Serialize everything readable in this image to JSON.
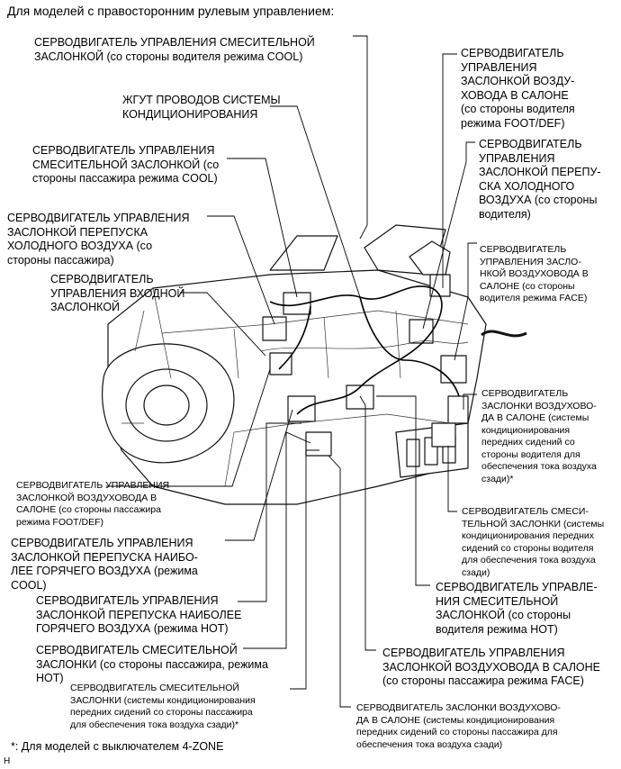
{
  "header": "Для моделей с правосторонним рулевым управлением:",
  "footnote": "*: Для моделей с выключателем 4-ZONE",
  "figure_code": "H",
  "labels": {
    "mix_driver_cool": [
      "СЕРВОДВИГАТЕЛЬ УПРАВЛЕНИЯ СМЕСИТЕЛЬНОЙ",
      "ЗАСЛОНКОЙ (со стороны водителя режима COOL)"
    ],
    "harness": [
      "ЖГУТ ПРОВОДОВ СИСТЕМЫ",
      "КОНДИЦИОНИРОВАНИЯ"
    ],
    "mix_pass_cool": [
      "СЕРВОДВИГАТЕЛЬ УПРАВЛЕНИЯ",
      "СМЕСИТЕЛЬНОЙ ЗАСЛОНКОЙ (со",
      "стороны пассажира режима COOL)"
    ],
    "cold_bypass_pass": [
      "СЕРВОДВИГАТЕЛЬ УПРАВЛЕНИЯ",
      "ЗАСЛОНКОЙ ПЕРЕПУСКА",
      "ХОЛОДНОГО ВОЗДУХА (со",
      "стороны пассажира)"
    ],
    "inlet": [
      "СЕРВОДВИГАТЕЛЬ",
      "УПРАВЛЕНИЯ ВХОДНОЙ",
      "ЗАСЛОНКОЙ"
    ],
    "duct_driver_footdef": [
      "СЕРВОДВИГАТЕЛЬ",
      "УПРАВЛЕНИЯ",
      "ЗАСЛОНКОЙ ВОЗДУ-",
      "ХОВОДА В САЛОНЕ",
      "(со стороны водителя",
      "режима FOOT/DEF)"
    ],
    "cold_bypass_driver": [
      "СЕРВОДВИГАТЕЛЬ",
      "УПРАВЛЕНИЯ",
      "ЗАСЛОНКОЙ ПЕРЕПУ-",
      "СКА ХОЛОДНОГО",
      "ВОЗДУХА (со стороны",
      "водителя)"
    ],
    "duct_driver_face": [
      "СЕРВОДВИГАТЕЛЬ",
      "УПРАВЛЕНИЯ ЗАСЛО-",
      "НКОЙ ВОЗДУХОВОДА В",
      "САЛОНЕ (со стороны",
      "водителя режима FACE)"
    ],
    "duct_front_driver": [
      "СЕРВОДВИГАТЕЛЬ",
      "ЗАСЛОНКИ ВОЗДУХОВО-",
      "ДА В САЛОНЕ (системы",
      "кондиционирования",
      "передних сидений со",
      "стороны водителя для",
      "обеспечения тока воздуха",
      "сзади)*"
    ],
    "duct_pass_footdef": [
      "СЕРВОДВИГАТЕЛЬ УПРАВЛЕНИЯ",
      "ЗАСЛОНКОЙ ВОЗДУХОВОДА В",
      "САЛОНЕ (со стороны пассажира",
      "режима FOOT/DEF)"
    ],
    "mix_front_driver": [
      "СЕРВОДВИГАТЕЛЬ СМЕСИ-",
      "ТЕЛЬНОЙ ЗАСЛОНКИ (системы",
      "кондиционирования передних",
      "сидений со стороны водителя",
      "для обеспечения тока воздуха",
      "сзади)"
    ],
    "hot_bypass_cool": [
      "СЕРВОДВИГАТЕЛЬ УПРАВЛЕНИЯ",
      "ЗАСЛОНКОЙ ПЕРЕПУСКА НАИБО-",
      "ЛЕЕ ГОРЯЧЕГО ВОЗДУХА (режима",
      "COOL)"
    ],
    "mix_driver_hot": [
      "СЕРВОДВИГАТЕЛЬ УПРАВЛЕ-",
      "НИЯ СМЕСИТЕЛЬНОЙ",
      "ЗАСЛОНКОЙ (со стороны",
      "водителя режима HOT)"
    ],
    "hot_bypass_hot": [
      "СЕРВОДВИГАТЕЛЬ УПРАВЛЕНИЯ",
      "ЗАСЛОНКОЙ ПЕРЕПУСКА НАИБОЛЕЕ",
      "ГОРЯЧЕГО ВОЗДУХА (режима HOT)"
    ],
    "mix_pass": [
      "СЕРВОДВИГАТЕЛЬ СМЕСИТЕЛЬНОЙ",
      "ЗАСЛОНКИ (со стороны пассажира, режима",
      "HOT)"
    ],
    "duct_driver_face2": [
      "СЕРВОДВИГАТЕЛЬ УПРАВЛЕНИЯ",
      "ЗАСЛОНКОЙ ВОЗДУХОВОДА В САЛОНЕ",
      "(со стороны пассажира режима FACE)"
    ],
    "mix_front_pass": [
      "СЕРВОДВИГАТЕЛЬ СМЕСИТЕЛЬНОЙ",
      "ЗАСЛОНКИ (системы кондиционирования",
      "передних сидений со стороны пассажира",
      "для обеспечения тока воздуха сзади)*"
    ],
    "duct_front_pass": [
      "СЕРВОДВИГАТЕЛЬ ЗАСЛОНКИ ВОЗДУХОВО-",
      "ДА В САЛОНЕ (системы кондиционирования",
      "передних сидений со стороны пассажира для",
      "обеспечения тока воздуха сзади)"
    ]
  }
}
